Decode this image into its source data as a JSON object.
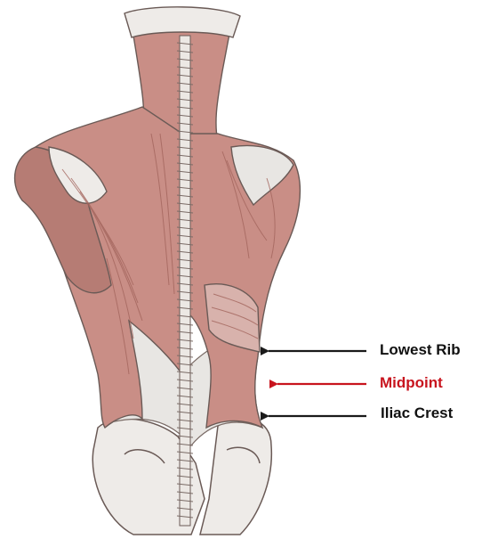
{
  "labels": {
    "lowest_rib": "Lowest Rib",
    "midpoint": "Midpoint",
    "iliac_crest": "Iliac Crest"
  },
  "colors": {
    "label_default": "#111111",
    "label_highlight": "#c8141e",
    "arrow_default": "#1a1a1a",
    "arrow_highlight": "#c8141e",
    "muscle": "#c98e86",
    "muscle_dark": "#a3655d",
    "fascia": "#e8e6e3",
    "outline": "#6a5a56"
  },
  "icons": {
    "arrow_left": "arrow-left-icon",
    "figure": "back-muscles-illustration"
  }
}
